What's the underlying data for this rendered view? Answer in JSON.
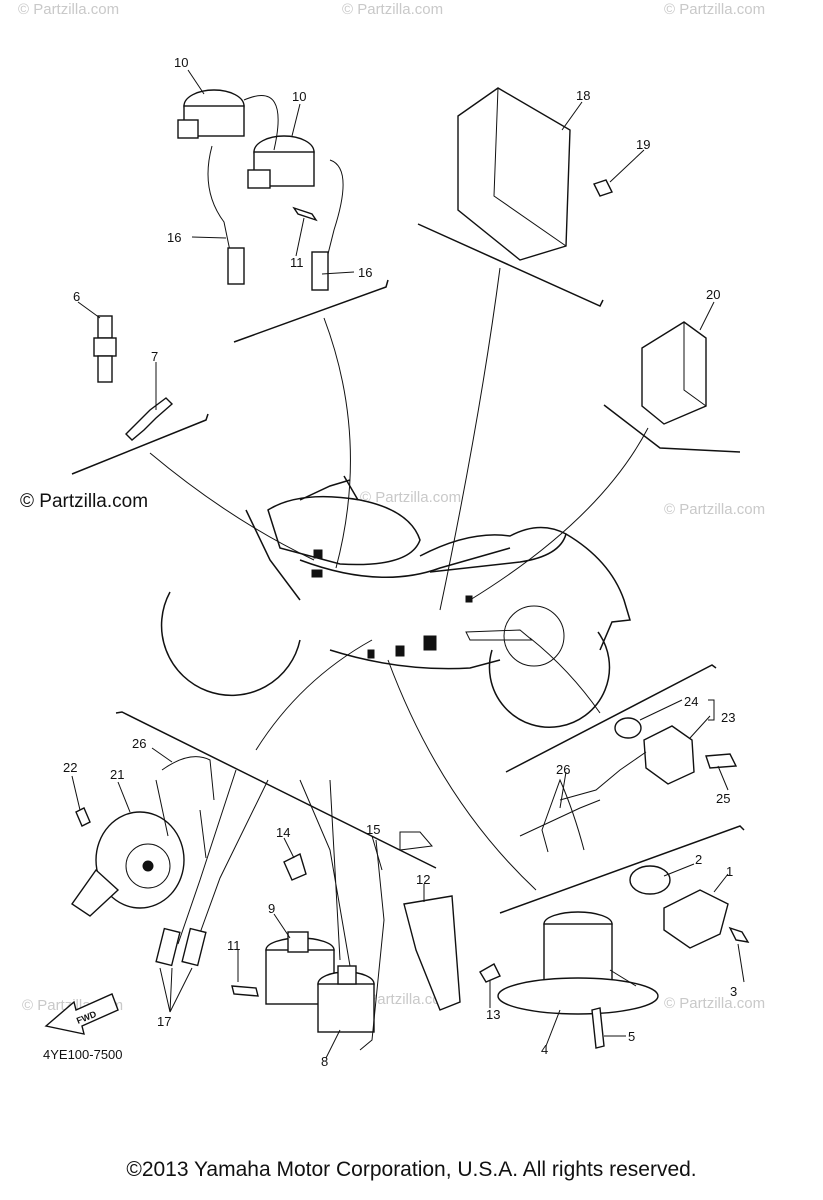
{
  "watermark": {
    "text": "© Partzilla.com"
  },
  "brand_label": "© Partzilla.com",
  "diagram_code": "4YE100-7500",
  "fwd_label": "FWD",
  "copyright": "©2013 Yamaha Motor Corporation, U.S.A. All rights reserved.",
  "callouts": {
    "c1": "1",
    "c2": "2",
    "c3": "3",
    "c4": "4",
    "c5": "5",
    "c6": "6",
    "c7": "7",
    "c8": "8",
    "c9": "9",
    "c10a": "10",
    "c10b": "10",
    "c11a": "11",
    "c11b": "11",
    "c12": "12",
    "c13": "13",
    "c14": "14",
    "c15": "15",
    "c16a": "16",
    "c16b": "16",
    "c17": "17",
    "c18": "18",
    "c19": "19",
    "c20": "20",
    "c21": "21",
    "c22": "22",
    "c23": "23",
    "c24": "24",
    "c25": "25",
    "c26a": "26",
    "c26b": "26"
  }
}
